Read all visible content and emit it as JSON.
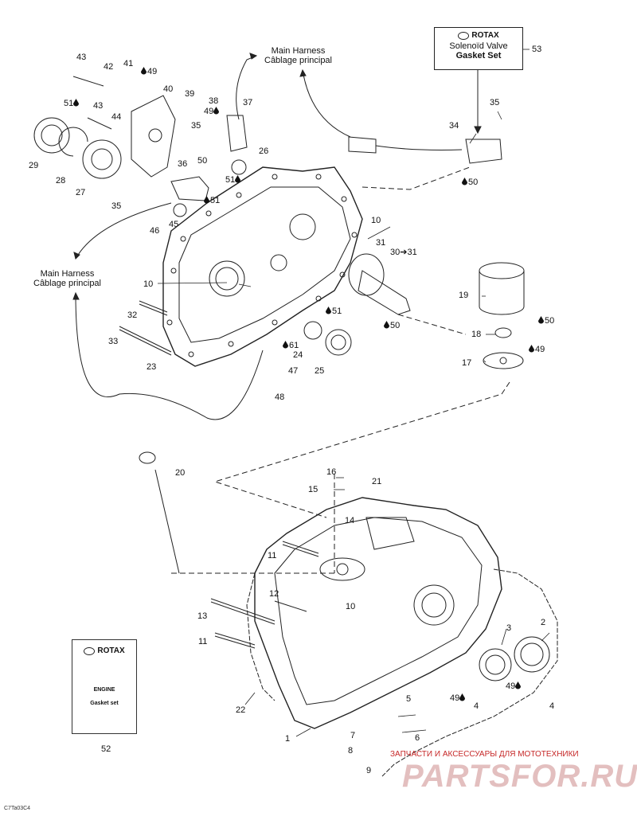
{
  "labels": [
    {
      "text": "43"
    },
    {
      "text": "42"
    },
    {
      "text": "41"
    },
    {
      "text": "49"
    },
    {
      "text": "51"
    },
    {
      "text": "43"
    },
    {
      "text": "44"
    },
    {
      "text": "40"
    },
    {
      "text": "39"
    },
    {
      "text": "38"
    },
    {
      "text": "37"
    },
    {
      "text": "35"
    },
    {
      "text": "49"
    },
    {
      "text": "29"
    },
    {
      "text": "28"
    },
    {
      "text": "27"
    },
    {
      "text": "36"
    },
    {
      "text": "50"
    },
    {
      "text": "26"
    },
    {
      "text": "51"
    },
    {
      "text": "35"
    },
    {
      "text": "51"
    },
    {
      "text": "45"
    },
    {
      "text": "46"
    },
    {
      "text": "10"
    },
    {
      "text": "31"
    },
    {
      "text": "30➔31"
    },
    {
      "text": "10"
    },
    {
      "text": "32"
    },
    {
      "text": "33"
    },
    {
      "text": "23"
    },
    {
      "text": "51"
    },
    {
      "text": "24"
    },
    {
      "text": "25"
    },
    {
      "text": "61"
    },
    {
      "text": "47"
    },
    {
      "text": "48"
    },
    {
      "text": "50"
    },
    {
      "text": "19"
    },
    {
      "text": "50"
    },
    {
      "text": "18"
    },
    {
      "text": "49"
    },
    {
      "text": "17"
    },
    {
      "text": "53"
    },
    {
      "text": "35"
    },
    {
      "text": "34"
    },
    {
      "text": "50"
    },
    {
      "text": "20"
    },
    {
      "text": "16"
    },
    {
      "text": "15"
    },
    {
      "text": "21"
    },
    {
      "text": "14"
    },
    {
      "text": "11"
    },
    {
      "text": "12"
    },
    {
      "text": "10"
    },
    {
      "text": "13"
    },
    {
      "text": "11"
    },
    {
      "text": "22"
    },
    {
      "text": "3"
    },
    {
      "text": "2"
    },
    {
      "text": "49"
    },
    {
      "text": "4"
    },
    {
      "text": "49"
    },
    {
      "text": "4"
    },
    {
      "text": "1"
    },
    {
      "text": "5"
    },
    {
      "text": "7"
    },
    {
      "text": "6"
    },
    {
      "text": "8"
    },
    {
      "text": "9"
    },
    {
      "text": "52"
    }
  ],
  "captions": {
    "harness_top_en": "Main Harness",
    "harness_top_fr": "Câblage principal",
    "harness_left_en": "Main Harness",
    "harness_left_fr": "Câblage principal"
  },
  "gasket_box": {
    "brand": "ROTAX",
    "line1": "Solenoïd Valve",
    "line2": "Gasket Set"
  },
  "engine_booklet": {
    "brand": "ROTAX",
    "title": "ENGINE",
    "subtitle": "Gasket set"
  },
  "footer_code": "C7Ta03C4",
  "watermark_text": "ЗАПЧАСТИ И АКСЕССУАРЫ ДЛЯ МОТОТЕХНИКИ",
  "site_logo": "PARTSFOR.RU",
  "colors": {
    "ink": "#111111",
    "watermark": "#c62828",
    "logo": "#e3bfbf"
  }
}
